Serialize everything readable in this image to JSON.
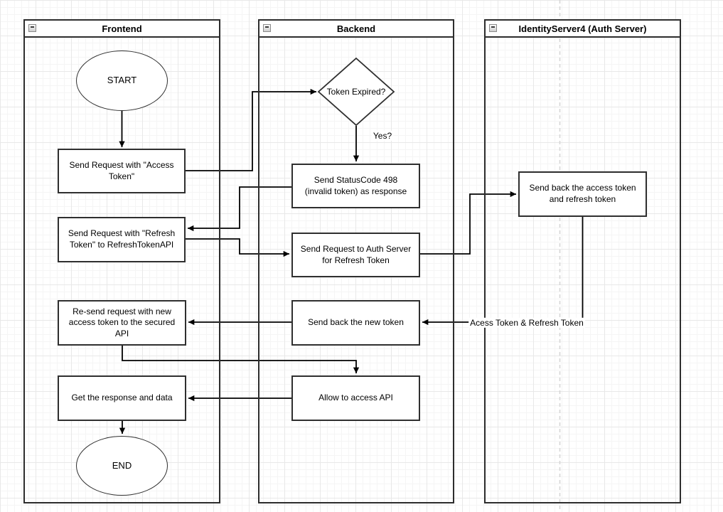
{
  "canvas": {
    "background": "#ffffff",
    "grid_minor_color": "#f5f5f5",
    "grid_major_color": "#e8e8e8",
    "shape_stroke_color": "#2f2f2f",
    "edge_color": "#000000",
    "page_divider_color": "#d6d6d6"
  },
  "lanes": [
    {
      "title": "Frontend"
    },
    {
      "title": "Backend"
    },
    {
      "title": "IdentityServer4 (Auth Server)"
    }
  ],
  "nodes": {
    "start": "START",
    "send_access_token": "Send Request with \"Access Token\"",
    "send_refresh_token": "Send Request with \"Refresh Token\" to RefreshTokenAPI",
    "resend_request": "Re-send request with new access token to the secured API",
    "get_response": "Get the response and data",
    "end": "END",
    "token_expired": "Token Expired?",
    "status_code_498": "Send StatusCode 498 (invalid token) as response",
    "request_auth_server": "Send Request to Auth Server for Refresh Token",
    "send_back_new_token": "Send back the new token",
    "allow_access_api": "Allow to access API",
    "send_back_tokens": "Send back the access token and refresh token"
  },
  "edge_labels": {
    "yes": "Yes?",
    "tokens": "Acess Token & Refresh Token"
  }
}
